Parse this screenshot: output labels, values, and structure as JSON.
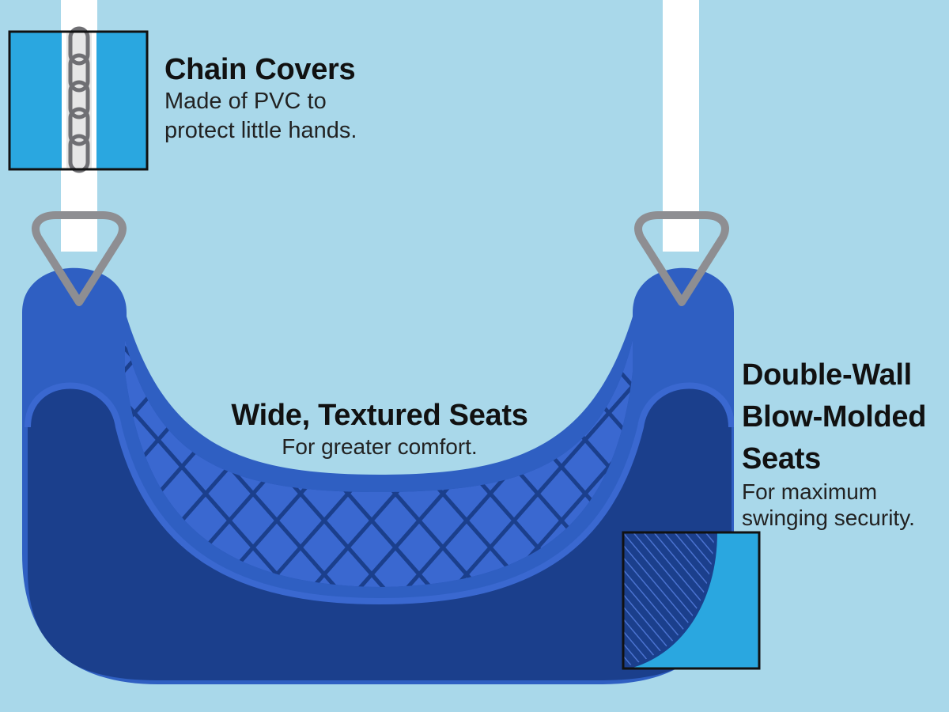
{
  "callouts": {
    "chain": {
      "title": "Chain Covers",
      "line1": "Made of PVC to",
      "line2": "protect little hands."
    },
    "seat": {
      "title": "Wide, Textured Seats",
      "subtitle": "For greater comfort."
    },
    "wall": {
      "title_line1": "Double-Wall",
      "title_line2": "Blow-Molded",
      "title_line3": "Seats",
      "line1": "For maximum",
      "line2": "swinging security."
    }
  },
  "colors": {
    "background": "#a9d8ea",
    "seat_outer": "#2f5fc2",
    "seat_dark": "#1b3f8c",
    "seat_texture": "#3a68d0",
    "inset_fill": "#2aa7e0",
    "chain_cover": "#ffffff",
    "ring": "#8e8e92",
    "frame": "#111111"
  }
}
